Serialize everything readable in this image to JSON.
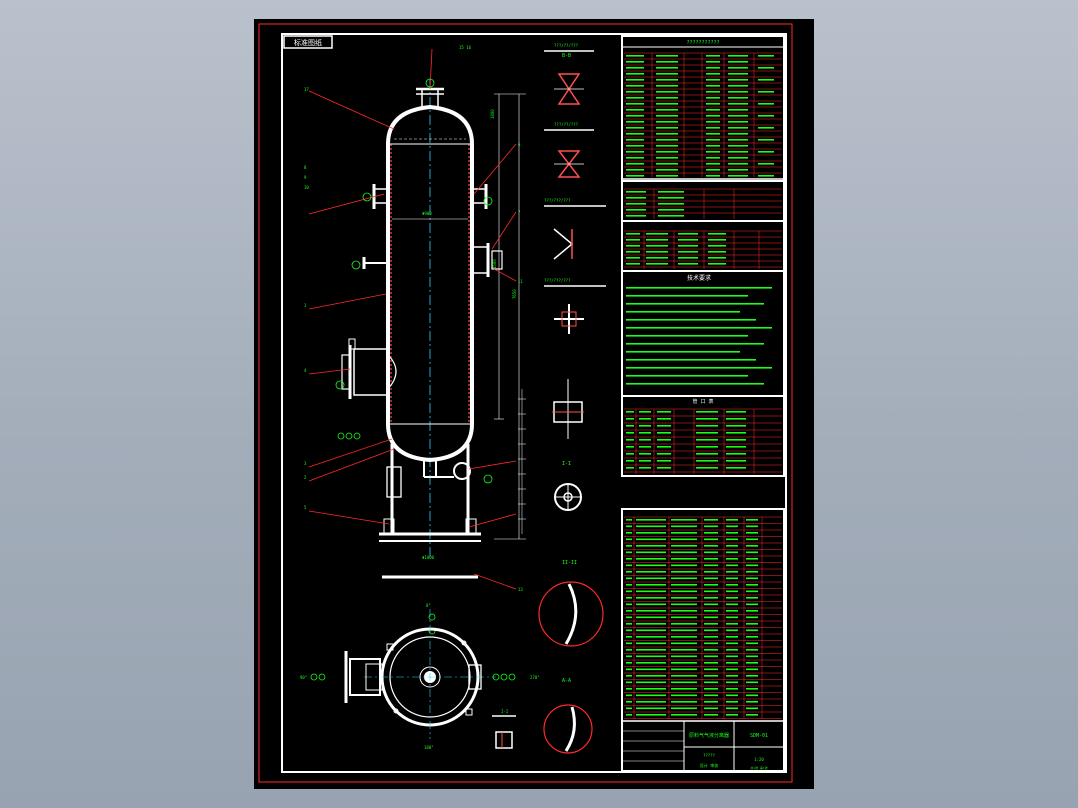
{
  "drawing": {
    "stamp": "标准图纸",
    "main_title": "???????????",
    "tech_requirements_title": "技术要求",
    "nozzle_table_title": "管 口 表",
    "detail_titles": [
      "???/??/???",
      "???/??/???",
      "???/???/???",
      "???/???/???"
    ],
    "section_labels": [
      "I-I",
      "II-II",
      "A-A",
      "B-B"
    ],
    "title_block": {
      "name": "原料气气液分离器",
      "drawing_no": "SDM-01",
      "scale": "1:20",
      "sheet": "共1张 第1张",
      "label_a": "?????",
      "label_b": "设计  审核"
    }
  },
  "colors": {
    "background": "#000000",
    "outer_frame": "#ff2a2a",
    "line": "#ffffff",
    "text": "#18ff18",
    "center_line": "#2ad4ff"
  }
}
